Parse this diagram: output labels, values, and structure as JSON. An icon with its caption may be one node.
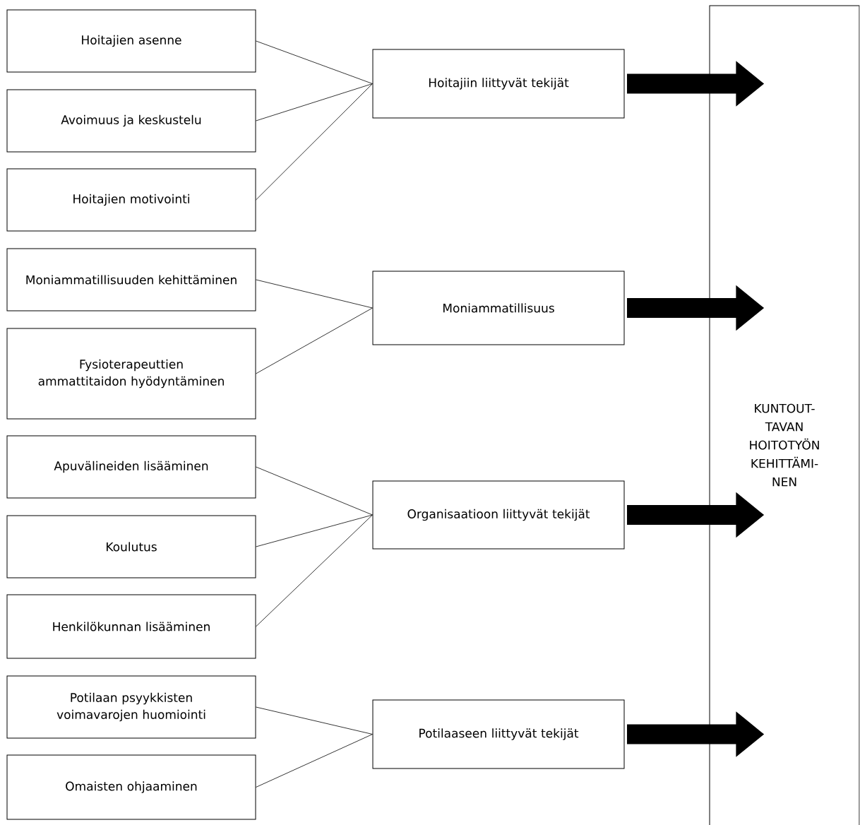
{
  "diagram": {
    "nodes": [
      {
        "text": [
          "Hoitajien asenne"
        ]
      },
      {
        "text": [
          "Avoimuus ja keskustelu"
        ]
      },
      {
        "text": [
          "Hoitajien motivointi"
        ]
      },
      {
        "text": [
          "Moniammatillisuuden kehittäminen"
        ]
      },
      {
        "text": [
          "Fysioterapeuttien ammattitaidon hyödyntäminen"
        ]
      },
      {
        "text": [
          "Apuvälineiden lisääminen"
        ]
      },
      {
        "text": [
          "Koulutus"
        ]
      },
      {
        "text": [
          "Henkilökunnan lisääminen"
        ]
      },
      {
        "text": [
          "Potilaan psyykkisten voimavarojen huomiointi"
        ]
      },
      {
        "text": [
          "Omaisten ohjaaminen"
        ]
      },
      {
        "text": [
          "Hoitajiin liittyvät tekijät"
        ]
      },
      {
        "text": [
          "Moniammatillisuus"
        ]
      },
      {
        "text": [
          "Organisaatioon liittyvät tekijät"
        ]
      },
      {
        "text": [
          "Potilaaseen liittyvät tekijät"
        ]
      },
      {
        "text": [
          "KUNTOUT- TAVAN HOITOTYÖN KEHITTÄMI- NEN"
        ]
      }
    ],
    "edges": [
      {
        "from": 0,
        "to": 10,
        "arrow": "none"
      },
      {
        "from": 1,
        "to": 10,
        "arrow": "none"
      },
      {
        "from": 2,
        "to": 10,
        "arrow": "none"
      },
      {
        "from": 3,
        "to": 11,
        "arrow": "none"
      },
      {
        "from": 4,
        "to": 11,
        "arrow": "none"
      },
      {
        "from": 5,
        "to": 12,
        "arrow": "none"
      },
      {
        "from": 6,
        "to": 12,
        "arrow": "none"
      },
      {
        "from": 7,
        "to": 12,
        "arrow": "none"
      },
      {
        "from": 8,
        "to": 13,
        "arrow": "none"
      },
      {
        "from": 9,
        "to": 13,
        "arrow": "none"
      },
      {
        "from": 10,
        "to": 14,
        "arrow": "to",
        "style": "thick"
      },
      {
        "from": 11,
        "to": 14,
        "arrow": "to",
        "style": "thick"
      },
      {
        "from": 12,
        "to": 14,
        "arrow": "to",
        "style": "thick"
      },
      {
        "from": 13,
        "to": 14,
        "arrow": "to",
        "style": "thick"
      }
    ]
  }
}
